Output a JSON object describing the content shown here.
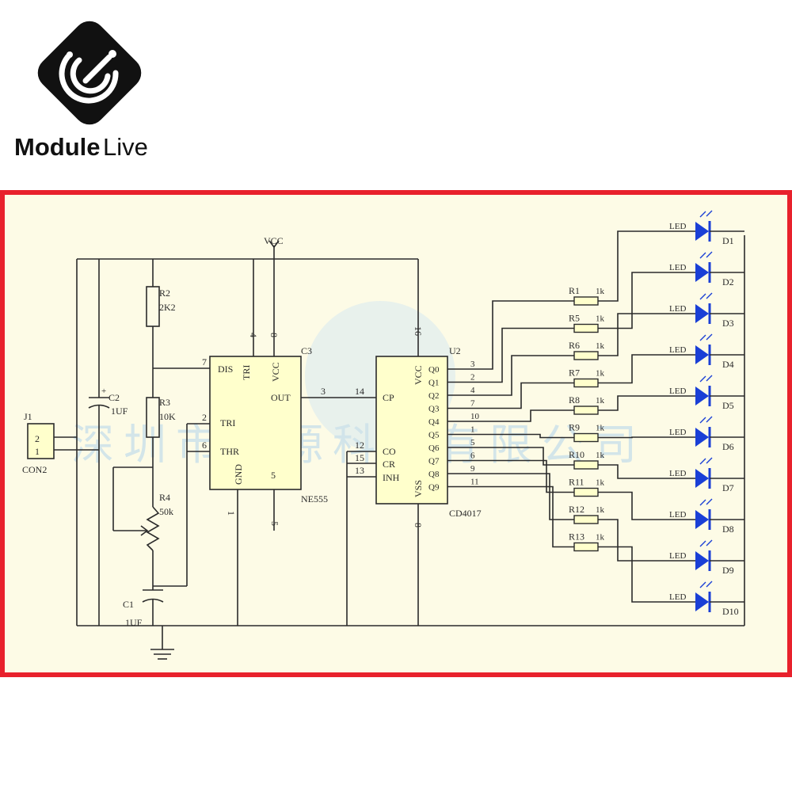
{
  "brand": {
    "name_bold": "Module",
    "name_light": "Live"
  },
  "schematic": {
    "colors": {
      "frame": "#e8212c",
      "panel": "#fdfbe6",
      "ic_fill": "#ffffcc",
      "wire": "#2b2b2b",
      "led": "#1a3fd6",
      "watermark": "#cfe3ea"
    },
    "power": {
      "vcc": "VCC"
    },
    "watermark": "深圳市兴源科技有限公司",
    "connector": {
      "ref": "J1",
      "type": "CON2",
      "pin2": "2",
      "pin1": "1"
    },
    "caps": [
      {
        "ref": "C2",
        "value": "1UF",
        "polarity": "+"
      },
      {
        "ref": "C1",
        "value": "1UF"
      }
    ],
    "resistors": [
      {
        "ref": "R2",
        "value": "2K2"
      },
      {
        "ref": "R3",
        "value": "10K"
      },
      {
        "ref": "R4",
        "value": "50k"
      }
    ],
    "ne555": {
      "ref": "C3",
      "part": "NE555",
      "pins": {
        "dis": "DIS",
        "tri_top": "TRI",
        "vcc": "VCC",
        "out": "OUT",
        "tri": "TRI",
        "thr": "THR",
        "gnd": "GND",
        "n7": "7",
        "n4": "4",
        "n8": "8",
        "n2": "2",
        "n6": "6",
        "n3": "3",
        "n5": "5",
        "n5b": "5",
        "n1": "1"
      }
    },
    "cd4017": {
      "ref": "U2",
      "part": "CD4017",
      "pins": {
        "vcc": "VCC",
        "vss": "VSS",
        "cp": "CP",
        "co": "CO",
        "cr": "CR",
        "inh": "INH",
        "n16": "16",
        "n14": "14",
        "n12": "12",
        "n15": "15",
        "n13": "13",
        "n8": "8"
      },
      "outputs": [
        {
          "name": "Q0",
          "pin": "3",
          "res": "R1",
          "rv": "1k",
          "led": "D1",
          "label": "LED"
        },
        {
          "name": "Q1",
          "pin": "2",
          "res": "R5",
          "rv": "1k",
          "led": "D2",
          "label": "LED"
        },
        {
          "name": "Q2",
          "pin": "4",
          "res": "R6",
          "rv": "1k",
          "led": "D3",
          "label": "LED"
        },
        {
          "name": "Q3",
          "pin": "7",
          "res": "R7",
          "rv": "1k",
          "led": "D4",
          "label": "LED"
        },
        {
          "name": "Q4",
          "pin": "10",
          "res": "R8",
          "rv": "1k",
          "led": "D5",
          "label": "LED"
        },
        {
          "name": "Q5",
          "pin": "1",
          "res": "R9",
          "rv": "1k",
          "led": "D6",
          "label": "LED"
        },
        {
          "name": "Q6",
          "pin": "5",
          "res": "R10",
          "rv": "1k",
          "led": "D7",
          "label": "LED"
        },
        {
          "name": "Q7",
          "pin": "6",
          "res": "R11",
          "rv": "1k",
          "led": "D8",
          "label": "LED"
        },
        {
          "name": "Q8",
          "pin": "9",
          "res": "R12",
          "rv": "1k",
          "led": "D9",
          "label": "LED"
        },
        {
          "name": "Q9",
          "pin": "11",
          "res": "R13",
          "rv": "1k",
          "led": "D10",
          "label": "LED"
        }
      ]
    }
  }
}
